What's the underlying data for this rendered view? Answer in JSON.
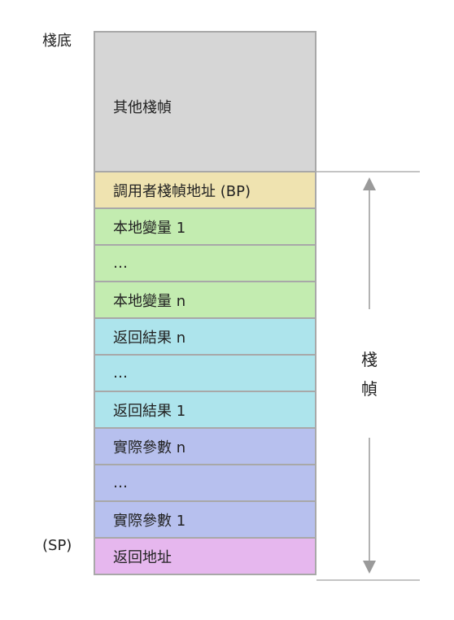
{
  "labels": {
    "stack_bottom": "棧底",
    "sp": "(SP)",
    "frame_chars": [
      "棧",
      "幀"
    ]
  },
  "cells": [
    {
      "id": "other-frames",
      "text": "其他棧幀",
      "color": "#d6d6d6"
    },
    {
      "id": "caller-bp",
      "text": "調用者棧幀地址 (BP)",
      "color": "#efe3b0"
    },
    {
      "id": "local-1",
      "text": "本地變量 1",
      "color": "#c3ecb0"
    },
    {
      "id": "local-ellipsis",
      "text": "…",
      "color": "#c3ecb0"
    },
    {
      "id": "local-n",
      "text": "本地變量 n",
      "color": "#c3ecb0"
    },
    {
      "id": "return-n",
      "text": "返回結果 n",
      "color": "#ade4ec"
    },
    {
      "id": "return-ellipsis",
      "text": "…",
      "color": "#ade4ec"
    },
    {
      "id": "return-1",
      "text": "返回結果 1",
      "color": "#ade4ec"
    },
    {
      "id": "param-n",
      "text": "實際參數 n",
      "color": "#b7c0ee"
    },
    {
      "id": "param-ellipsis",
      "text": "…",
      "color": "#b7c0ee"
    },
    {
      "id": "param-1",
      "text": "實際參數 1",
      "color": "#b7c0ee"
    },
    {
      "id": "return-address",
      "text": "返回地址",
      "color": "#e6b7ee"
    }
  ],
  "colors": {
    "border": "#a8a8a8",
    "arrow": "#9a9a9a",
    "bracket": "#b0b0b0"
  }
}
